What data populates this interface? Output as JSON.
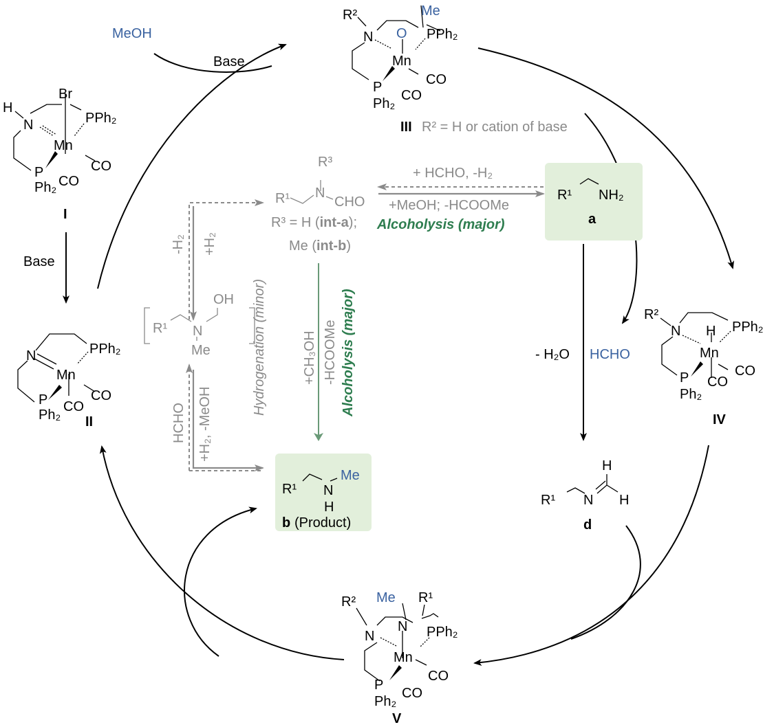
{
  "colors": {
    "reagent_blue": "#3a62a0",
    "intermediate_gray": "#8a8a8a",
    "alcoholysis_green": "#2e7d4f",
    "highlight_box": "#e2efdb"
  },
  "reagents": {
    "meoh": "MeOH",
    "base_top": "Base",
    "base_left": "Base",
    "hcho_right": "HCHO",
    "minus_h2o": "- H₂O"
  },
  "complexes": {
    "I": {
      "label": "I",
      "ligands": {
        "top": "Br",
        "nh": "H",
        "n": "N",
        "pph2": "PPh₂",
        "mn": "Mn",
        "co1": "CO",
        "co2": "CO",
        "p": "P",
        "ph2": "Ph₂"
      }
    },
    "II": {
      "label": "II",
      "ligands": {
        "n": "N",
        "pph2": "PPh₂",
        "mn": "Mn",
        "co1": "CO",
        "co2": "CO",
        "p": "P",
        "ph2": "Ph₂"
      }
    },
    "III": {
      "label": "III",
      "note": "R² = H or cation of base",
      "ligands": {
        "r2": "R²",
        "n": "N",
        "o": "O",
        "me": "Me",
        "pph2": "PPh₂",
        "mn": "Mn",
        "co1": "CO",
        "co2": "CO",
        "p": "P",
        "ph2": "Ph₂"
      }
    },
    "IV": {
      "label": "IV",
      "ligands": {
        "r2": "R²",
        "n": "N",
        "h": "H",
        "pph2": "PPh₂",
        "mn": "Mn",
        "co1": "CO",
        "co2": "CO",
        "p": "P",
        "ph2": "Ph₂"
      }
    },
    "V": {
      "label": "V",
      "ligands": {
        "r2": "R²",
        "me": "Me",
        "r1": "R¹",
        "n1": "N",
        "n2": "N",
        "pph2": "PPh₂",
        "mn": "Mn",
        "co1": "CO",
        "co2": "CO",
        "p": "P",
        "ph2": "Ph₂"
      }
    }
  },
  "compounds": {
    "a": {
      "label": "a",
      "r1": "R¹",
      "nh2": "NH₂"
    },
    "b": {
      "label": "b",
      "suffix": "(Product)",
      "r1": "R¹",
      "n": "N",
      "h": "H",
      "me": "Me"
    },
    "d": {
      "label": "d",
      "r1": "R¹",
      "n": "N",
      "h1": "H",
      "h2": "H"
    },
    "int": {
      "r1": "R¹",
      "r3": "R³",
      "n": "N",
      "cho": "CHO",
      "line1_pre": "R³ = H (",
      "line1_bold": "int-a",
      "line1_post": ");",
      "line2_pre": "Me (",
      "line2_bold": "int-b",
      "line2_post": ")"
    },
    "hemiaminal": {
      "r1": "R¹",
      "n": "N",
      "oh": "OH",
      "me": "Me"
    }
  },
  "conditions": {
    "formylation": "+ HCHO, -H₂",
    "alcoholysis_top": "+MeOH; -HCOOMe",
    "alcoholysis_major_1": "Alcoholysis (major)",
    "minus_h2": "-H₂",
    "plus_h2": "+H₂",
    "hydrogenation_minor": "Hydrogenation (minor)",
    "hcho_left": "HCHO",
    "h2_meoh": "+H₂, -MeOH",
    "ch3oh": "+CH₃OH",
    "hcoome": "-HCOOMe",
    "alcoholysis_major_2": "Alcoholysis (major)"
  }
}
